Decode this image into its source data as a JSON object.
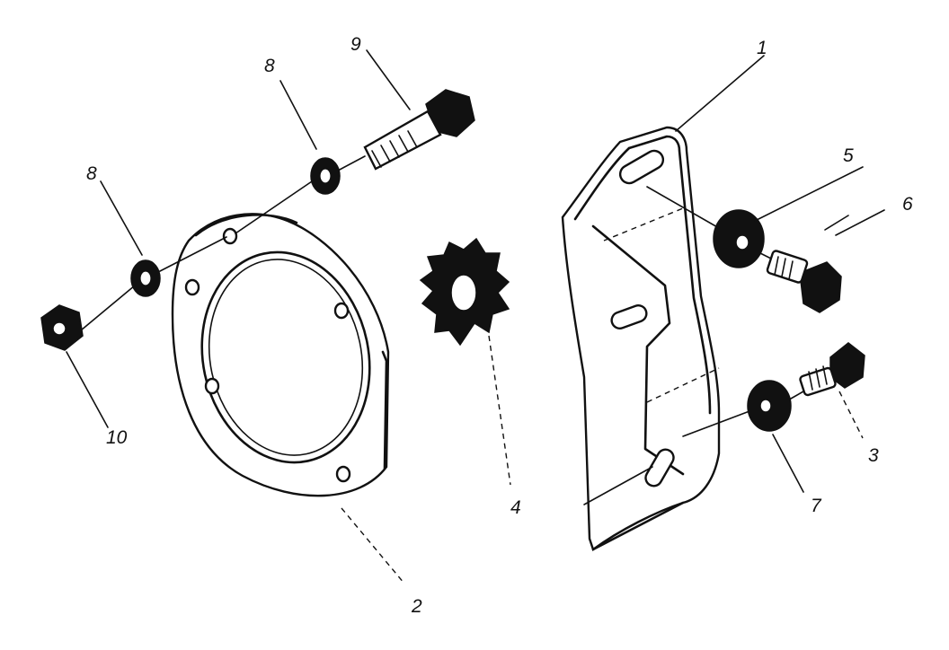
{
  "parts": [
    {
      "id": "bracket",
      "label": "1"
    },
    {
      "id": "mounting-plate",
      "label": "2"
    },
    {
      "id": "bolt-lower",
      "label": "3"
    },
    {
      "id": "star-coupling",
      "label": "4"
    },
    {
      "id": "spacer-washer",
      "label": "5"
    },
    {
      "id": "bolt-upper",
      "label": "6"
    },
    {
      "id": "washer-lower",
      "label": "7"
    },
    {
      "id": "lock-washer-upper",
      "label": "8"
    },
    {
      "id": "lock-washer-lower",
      "label": "8"
    },
    {
      "id": "bolt-long",
      "label": "9"
    },
    {
      "id": "hex-nut",
      "label": "10"
    }
  ]
}
